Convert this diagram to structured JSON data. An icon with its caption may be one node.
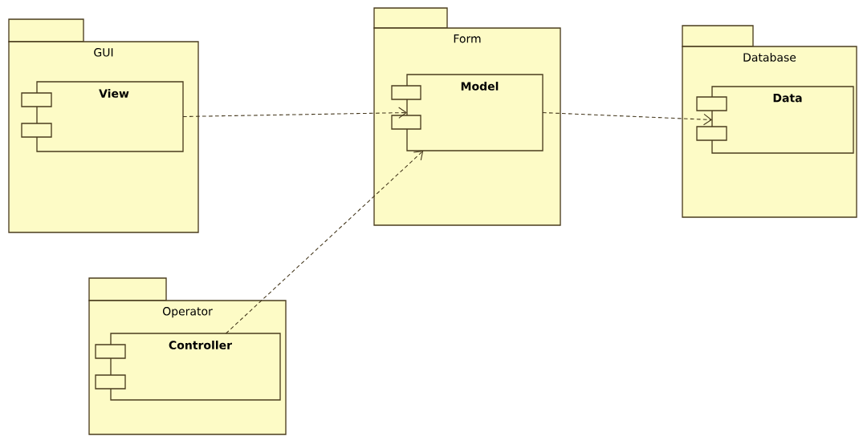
{
  "diagram": {
    "nodes": [
      {
        "text": [
          "GUI"
        ]
      },
      {
        "text": [
          "View"
        ],
        "in": 0
      },
      {
        "text": [
          "Form"
        ]
      },
      {
        "text": [
          "Model"
        ],
        "in": 2
      },
      {
        "text": [
          "Database"
        ]
      },
      {
        "text": [
          "Data"
        ],
        "in": 4
      },
      {
        "text": [
          "Operator"
        ]
      },
      {
        "text": [
          "Controller"
        ],
        "in": 6
      }
    ],
    "edges": [
      {
        "from": 1,
        "to": 3,
        "arrow": "to",
        "style": "dashed"
      },
      {
        "from": 3,
        "to": 5,
        "arrow": "to",
        "style": "dashed"
      },
      {
        "from": 7,
        "to": 3,
        "arrow": "to",
        "style": "dashed"
      }
    ]
  }
}
